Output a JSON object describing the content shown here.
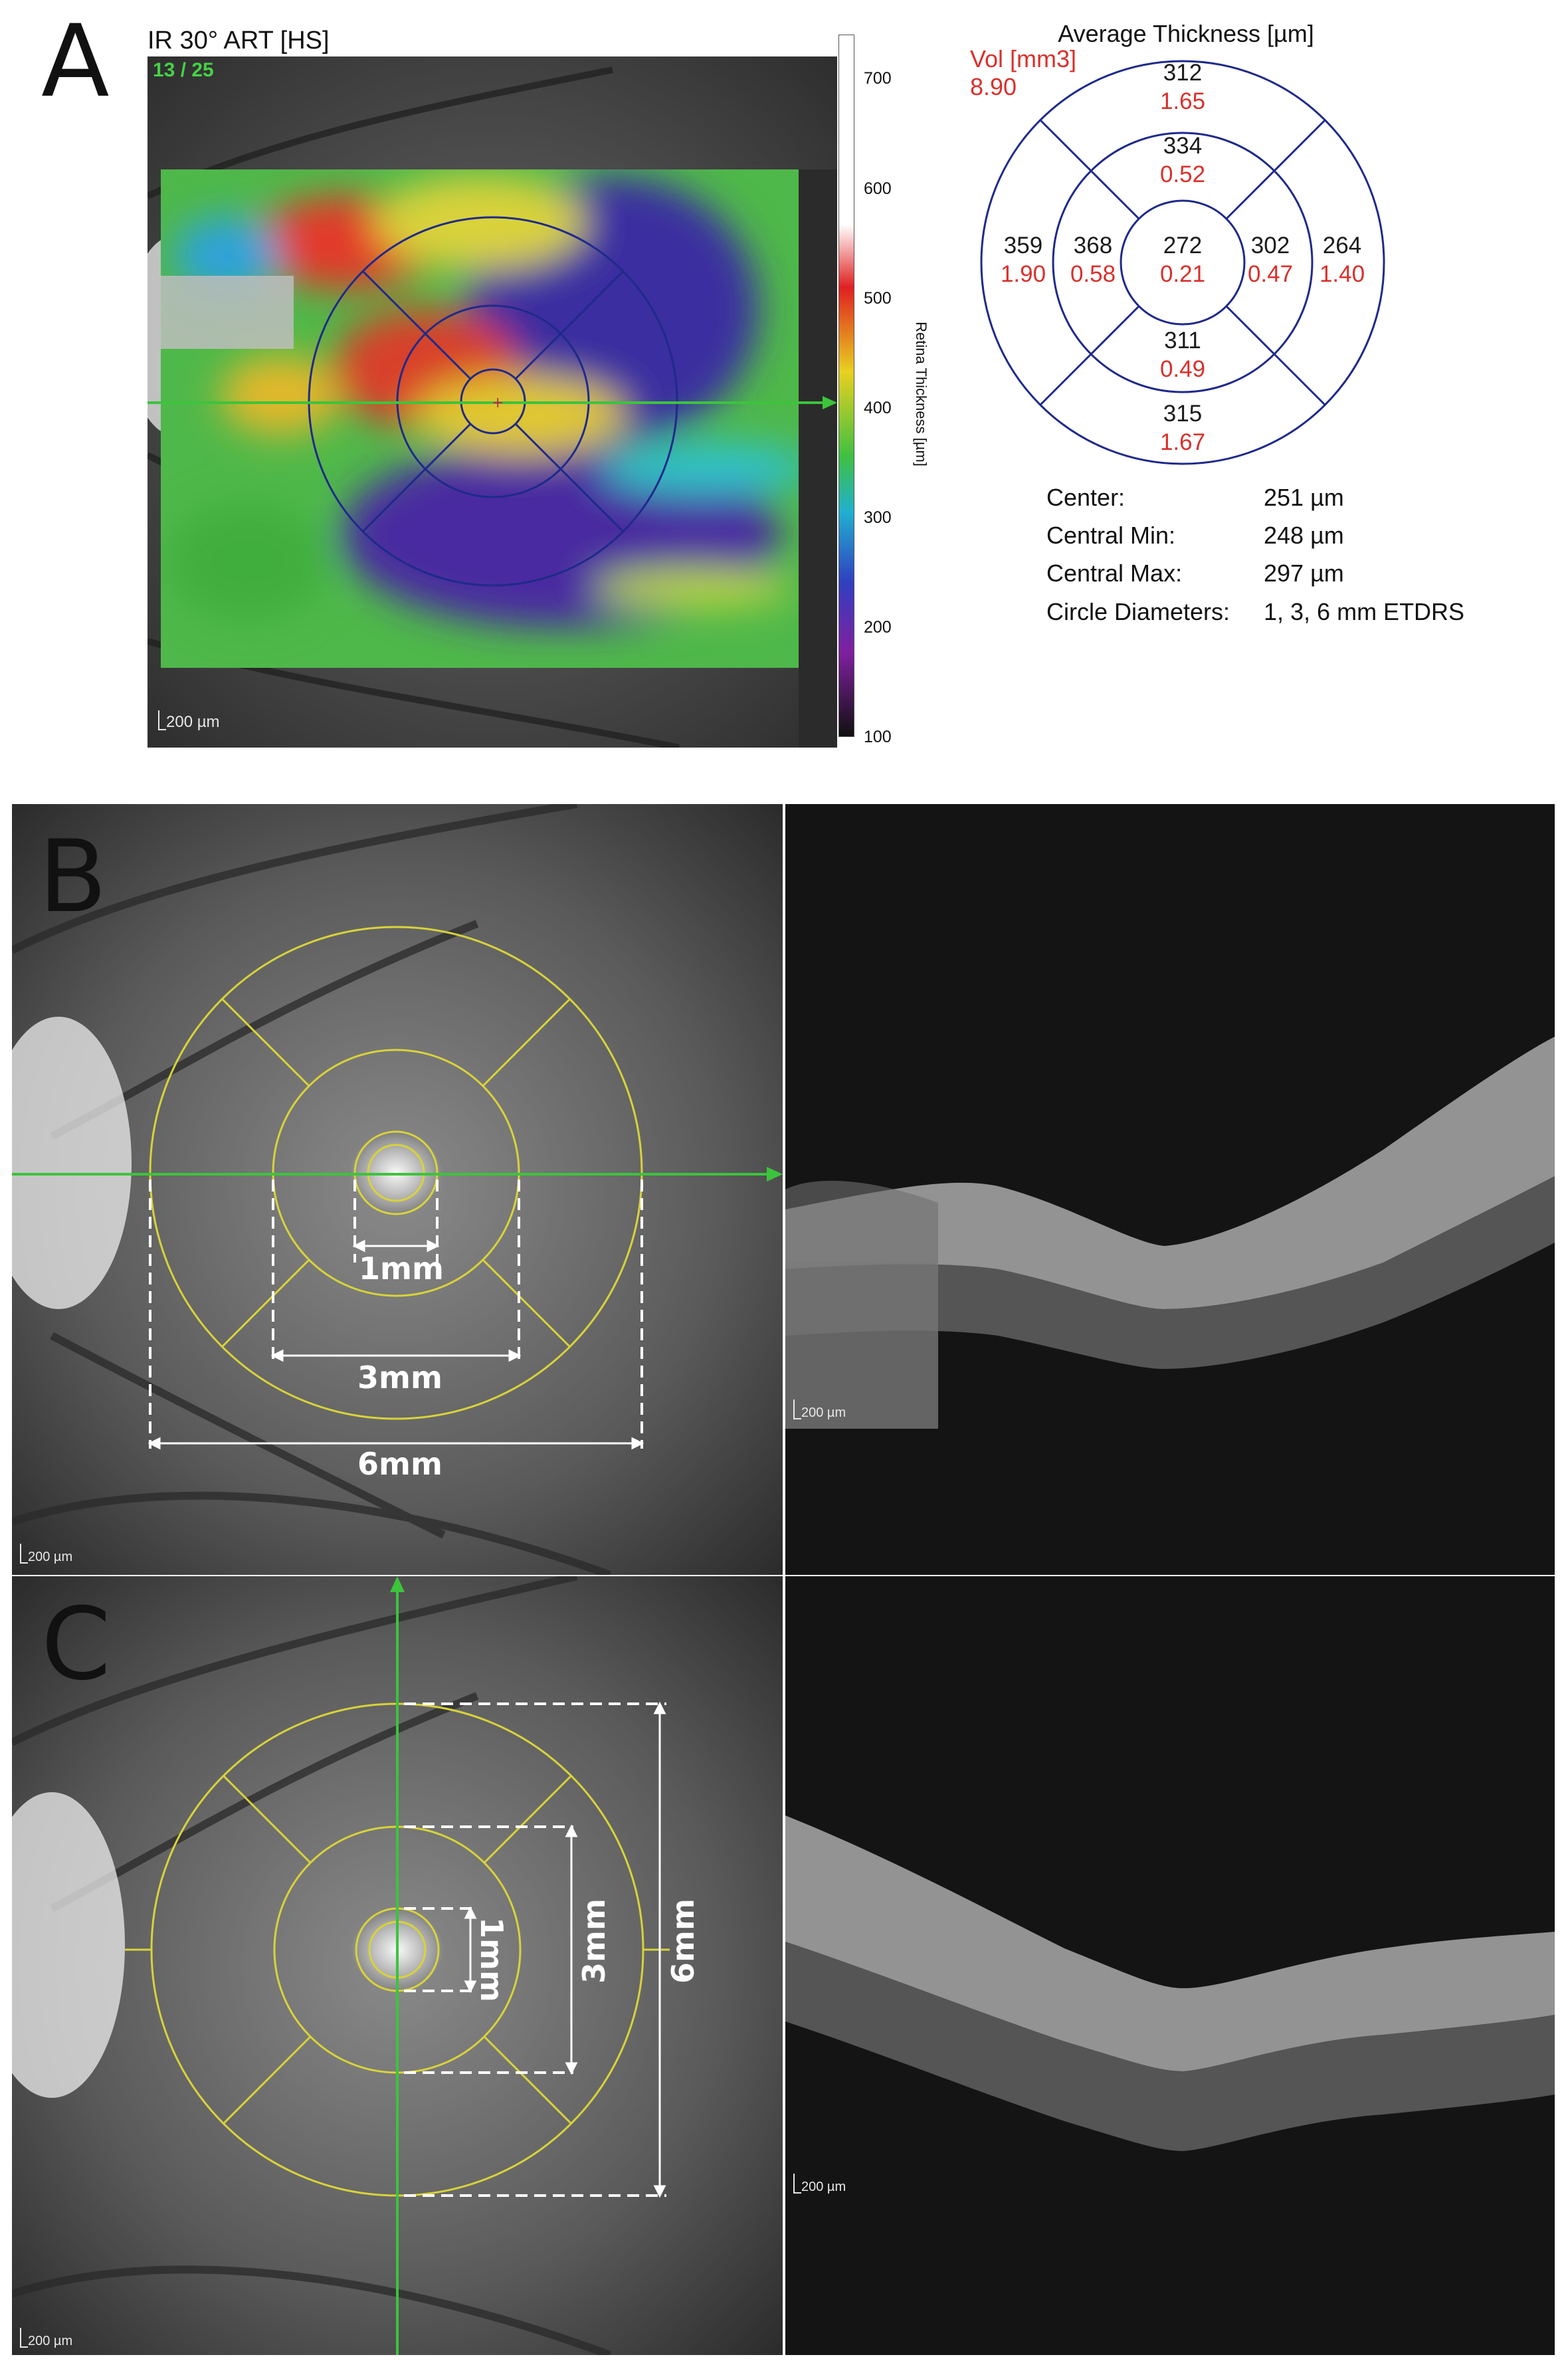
{
  "panel_a": {
    "letter": "A",
    "title": "IR 30° ART [HS]",
    "frame_counter": "13 / 25",
    "scale_bar": "200 µm",
    "colorbar": {
      "label": "Retina Thickness [µm]",
      "ticks": [
        "700",
        "600",
        "500",
        "400",
        "300",
        "200",
        "100"
      ]
    },
    "etdrs": {
      "title": "Average Thickness [µm]",
      "vol_label": "Vol [mm3]",
      "vol_total": "8.90",
      "sectors": {
        "outer_superior": {
          "thickness": "312",
          "volume": "1.65"
        },
        "inner_superior": {
          "thickness": "334",
          "volume": "0.52"
        },
        "outer_temporal": {
          "thickness": "359",
          "volume": "1.90"
        },
        "inner_temporal": {
          "thickness": "368",
          "volume": "0.58"
        },
        "center": {
          "thickness": "272",
          "volume": "0.21"
        },
        "inner_nasal": {
          "thickness": "302",
          "volume": "0.47"
        },
        "outer_nasal": {
          "thickness": "264",
          "volume": "1.40"
        },
        "inner_inferior": {
          "thickness": "311",
          "volume": "0.49"
        },
        "outer_inferior": {
          "thickness": "315",
          "volume": "1.67"
        }
      },
      "colors": {
        "thickness": "#1a1a1a",
        "volume": "#d9302c",
        "rings": "#1f2a8a"
      }
    },
    "summary": [
      {
        "label": "Center:",
        "value": "251 µm"
      },
      {
        "label": "Central Min:",
        "value": "248 µm"
      },
      {
        "label": "Central Max:",
        "value": "297 µm"
      },
      {
        "label": "Circle Diameters:",
        "value": "1, 3, 6 mm ETDRS"
      }
    ]
  },
  "panel_b": {
    "letter": "B",
    "fundus_scale": "200 µm",
    "oct_scale": "200 µm",
    "diameters": [
      "1mm",
      "3mm",
      "6mm"
    ]
  },
  "panel_c": {
    "letter": "C",
    "fundus_scale": "200 µm",
    "oct_scale": "200 µm",
    "diameters": [
      "1mm",
      "3mm",
      "6mm"
    ]
  },
  "colors": {
    "grid_yellow": "#d8d33a",
    "scan_green": "#3cc43c",
    "etdrs_blue": "#1f2a8a",
    "vol_red": "#d9302c"
  }
}
